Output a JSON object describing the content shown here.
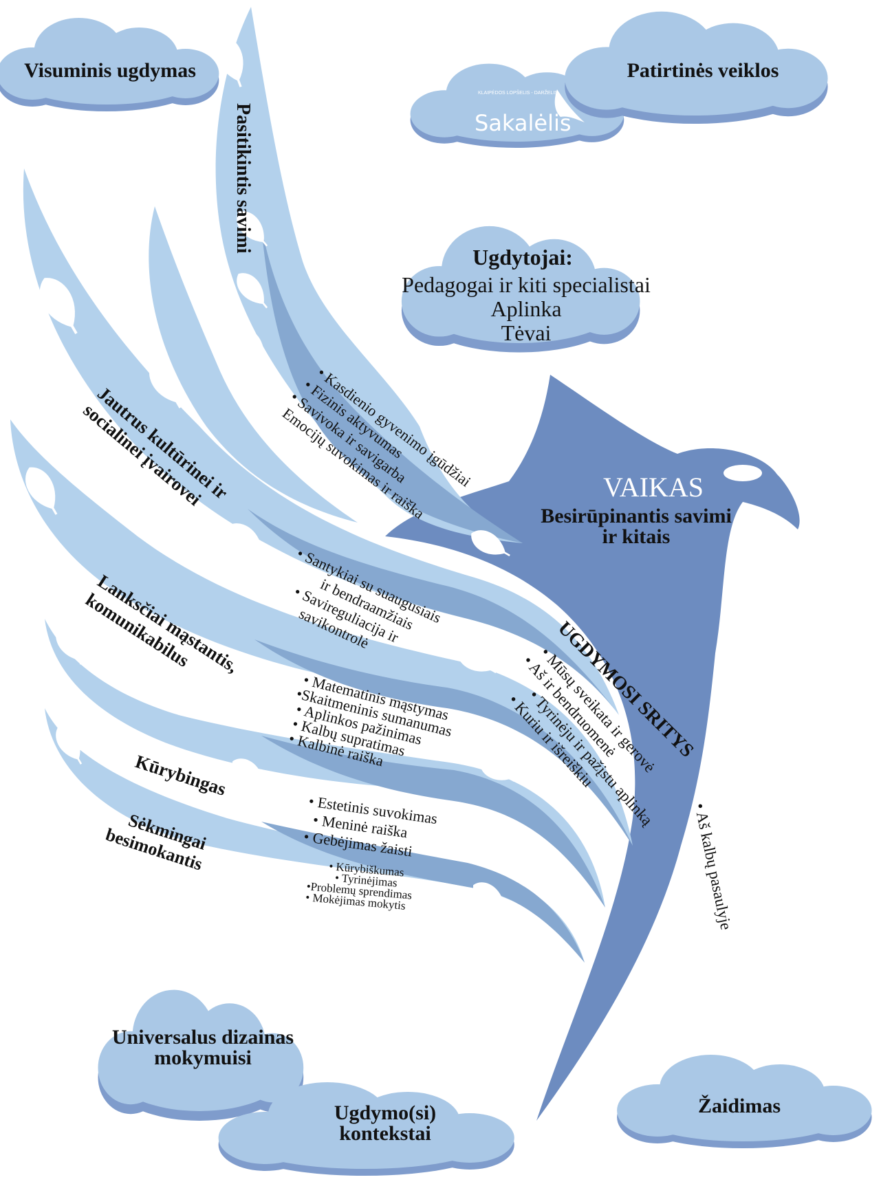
{
  "clouds": {
    "visuminis": "Visuminis ugdymas",
    "patirtines": "Patirtinės veiklos",
    "ugdytojai_title": "Ugdytojai:",
    "ugdytojai_lines": [
      "Pedagogai ir kiti specialistai",
      "Aplinka",
      "Tėvai"
    ],
    "udm_line1": "Universalus dizainas",
    "udm_line2": "mokymuisi",
    "kontekstai_line1": "Ugdymo(si)",
    "kontekstai_line2": "kontekstai",
    "zaidimas": "Žaidimas"
  },
  "logo": {
    "small": "KLAIPĖDOS LOPŠELIS - DARŽELIS",
    "name": "Sakalėlis"
  },
  "head": {
    "title": "VAIKAS",
    "line1": "Besirūpinantis savimi",
    "line2": "ir kitais"
  },
  "wings": {
    "pasitikintis": {
      "label": "Pasitikintis savimi",
      "items": [
        "• Kasdienio gyvenimo įgūdžiai",
        "• Fizinis aktyvumas",
        "• Savivoka ir savigarba",
        "Emocijų suvokimas ir raiška"
      ]
    },
    "jautrus": {
      "line1": "Jautrus kultūrinei ir",
      "line2": "socialinei įvairovei",
      "items": [
        "• Santykiai su suaugusiais",
        "ir bendraamžiais",
        "• Savireguliacija ir",
        "savikontrolė"
      ]
    },
    "lanksciai": {
      "line1": "Lanksčiai mąstantis,",
      "line2": "komunikabilus",
      "items": [
        "• Matematinis mąstymas",
        "•Skaitmeninis sumanumas",
        "• Aplinkos pažinimas",
        "• Kalbų supratimas",
        "• Kalbinė raiška"
      ]
    },
    "kurybingas": {
      "label": "Kūrybingas",
      "items": [
        "• Estetinis suvokimas",
        "• Meninė raiška",
        "• Gebėjimas žaisti"
      ]
    },
    "sekmingai": {
      "line1": "Sėkmingai",
      "line2": "besimokantis",
      "items": [
        "• Kūrybiškumas",
        "• Tyrinėjimas",
        "•Problemų sprendimas",
        "• Mokėjimas mokytis"
      ]
    }
  },
  "body": {
    "title": "UGDYMOSI SRITYS",
    "items": [
      "• Mūsų sveikata ir gerovė",
      "• Aš ir bendruomenė",
      "• Tyrinėju ir pažįstu aplinką",
      "• Kuriu ir išreiškiu"
    ],
    "outer": "• Aš kalbų pasaulyje"
  },
  "colors": {
    "cloud_light": "#aac8e6",
    "cloud_shadow": "#7f9ccc",
    "wing_light": "#b3d1ec",
    "wing_mid": "#86a8d0",
    "body_dark": "#6d8cc0"
  }
}
